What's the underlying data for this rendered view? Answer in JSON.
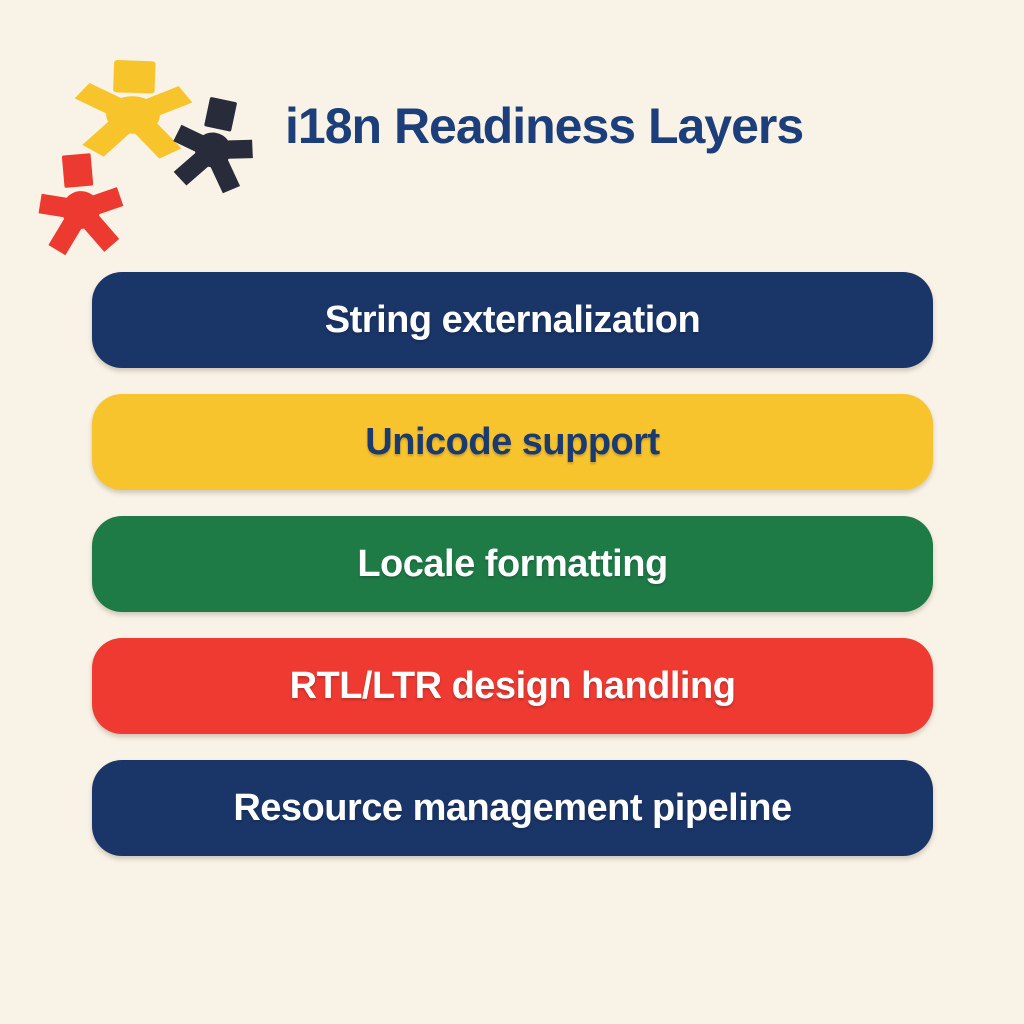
{
  "title": "i18n Readiness Layers",
  "title_color": "#1c3e7b",
  "background": "#f9f2e6",
  "logo": {
    "description": "three-people-asterisk-logo",
    "colors": {
      "yellow": "#f7c52b",
      "dark": "#272b3a",
      "red": "#ec3a30"
    }
  },
  "layers": [
    {
      "label": "String externalization",
      "bg": "#1a3568",
      "fg": "#ffffff"
    },
    {
      "label": "Unicode support",
      "bg": "#f8c42d",
      "fg": "#1b3a70"
    },
    {
      "label": "Locale formatting",
      "bg": "#1e7b46",
      "fg": "#ffffff"
    },
    {
      "label": "RTL/LTR design handling",
      "bg": "#ee3a31",
      "fg": "#ffffff"
    },
    {
      "label": "Resource management pipeline",
      "bg": "#1a3568",
      "fg": "#ffffff"
    }
  ]
}
